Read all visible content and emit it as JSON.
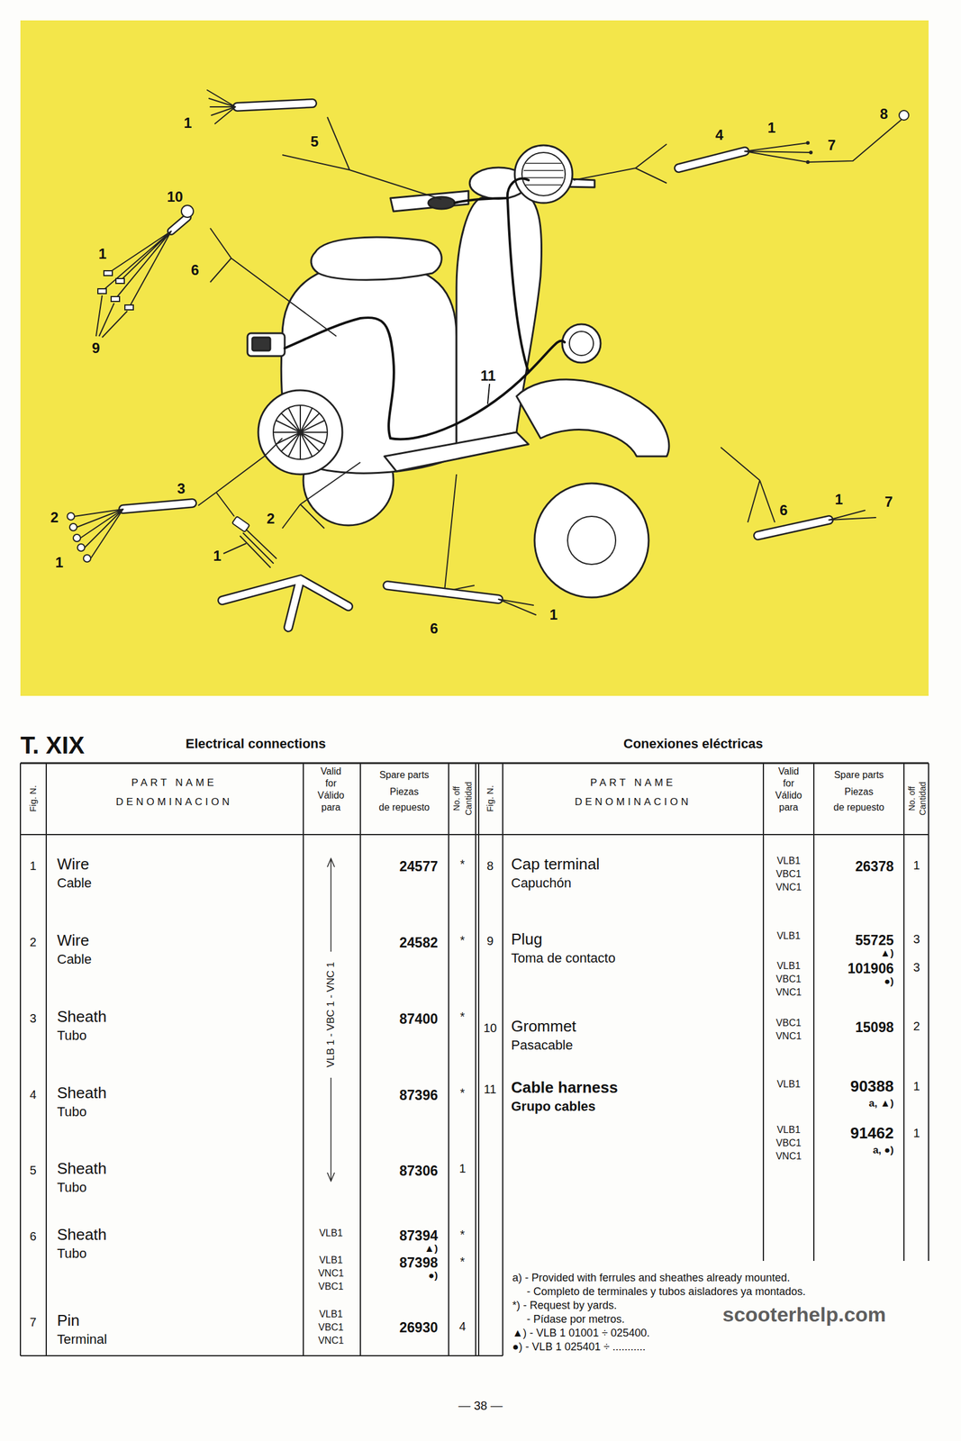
{
  "diagram": {
    "title": "Electrical connections",
    "labels": [
      "1",
      "5",
      "10",
      "1",
      "6",
      "9",
      "8",
      "1",
      "4",
      "7",
      "11",
      "3",
      "2",
      "1",
      "2",
      "1",
      "6",
      "1",
      "6",
      "1",
      "7",
      "T. XIX",
      "Conexiones eléctricas",
      "Fig. N.",
      "PART NAME",
      "DENOMINACION",
      "Valid",
      "for",
      "Válido",
      "para",
      "Spare parts",
      "Piezas",
      "de repuesto",
      "No. off",
      "Cantidad",
      "Fig. N.",
      "PART NAME",
      "DENOMINACION",
      "Valid",
      "for",
      "Válido",
      "para",
      "Spare parts",
      "Piezas",
      "de repuesto",
      "No. off",
      "Cantidad",
      "1",
      "Wire",
      "Cable",
      "24577",
      "*",
      "2",
      "Wire",
      "Cable",
      "24582",
      "*",
      "3",
      "Sheath",
      "Tubo",
      "87400",
      "*",
      "4",
      "Sheath",
      "Tubo",
      "87396",
      "*",
      "5",
      "Sheath",
      "Tubo",
      "87306",
      "1",
      "VLB 1 - VBC 1 - VNC 1",
      "6",
      "Sheath",
      "Tubo",
      "VLB1",
      "87394",
      "▲)",
      "*",
      "VLB1",
      "VNC1",
      "VBC1",
      "87398",
      "●)",
      "*",
      "7",
      "Pin",
      "Terminal",
      "VLB1",
      "VBC1",
      "VNC1",
      "26930",
      "4",
      "8",
      "Cap terminal",
      "Capuchón",
      "VLB1",
      "VBC1",
      "VNC1",
      "26378",
      "1",
      "9",
      "Plug",
      "Toma de contacto",
      "VLB1",
      "55725",
      "▲)",
      "3",
      "VLB1",
      "VBC1",
      "VNC1",
      "101906",
      "●)",
      "3",
      "10",
      "Grommet",
      "Pasacable",
      "VBC1",
      "VNC1",
      "15098",
      "2",
      "11",
      "Cable harness",
      "Grupo cables",
      "VLB1",
      "90388",
      "a, ▲)",
      "1",
      "VLB1",
      "VBC1",
      "VNC1",
      "91462",
      "a, ●)",
      "1",
      "a) - Provided with ferrules and sheathes already mounted.",
      "- Completo de terminales y tubos aisladores ya montados.",
      "*) - Request by yards.",
      "- Pídase por metros.",
      "▲) - VLB 1 01001 ÷ 025400.",
      "●) - VLB 1 025401 ÷ ...........",
      "scooterhelp.com",
      "— 38 —"
    ]
  }
}
